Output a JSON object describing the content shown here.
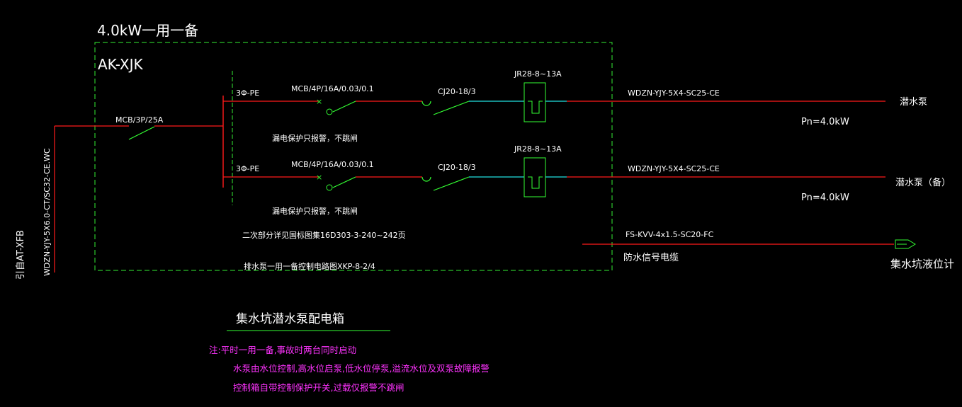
{
  "colors": {
    "background": "#000000",
    "wire": "#ff1a1a",
    "symbol": "#33ff33",
    "text": "#ffffff",
    "cyan": "#22e0e0",
    "box": "#33ee33",
    "note": "#ff33ff"
  },
  "panel": {
    "title": "4.0kW一用一备",
    "code": "AK-XJK",
    "incoming_cable": "WDZN-YJY-5X6.0-CT/SC32-CE.WC",
    "source": "引自AT-XFB",
    "main_breaker": "MCB/3P/25A"
  },
  "circuits": [
    {
      "phase": "3Φ-PE",
      "breaker": "MCB/4P/16A/0.03/0.1",
      "contactor": "CJ20-18/3",
      "relay": "JR28-8~13A",
      "cable": "WDZN-YJY-5X4-SC25-CE",
      "load": "潜水泵",
      "power": "Pn=4.0kW",
      "leak_note": "漏电保护只报警，不跳闸"
    },
    {
      "phase": "3Φ-PE",
      "breaker": "MCB/4P/16A/0.03/0.1",
      "contactor": "CJ20-18/3",
      "relay": "JR28-8~13A",
      "cable": "WDZN-YJY-5X4-SC25-CE",
      "load": "潜水泵（备）",
      "power": "Pn=4.0kW",
      "leak_note": "漏电保护只报警，不跳闸"
    }
  ],
  "notes_inside": {
    "secondary": "二次部分详见国标图集16D303-3-240~242页",
    "control": "排水泵一用一备控制电路图XKP-8-2/4"
  },
  "signal": {
    "cable": "FS-KVV-4x1.5-SC20-FC",
    "label": "防水信号电缆",
    "target": "集水坑液位计"
  },
  "heading": "集水坑潜水泵配电箱",
  "footnotes": [
    "注:平时一用一备,事故时两台同时启动",
    "水泵由水位控制,高水位启泵,低水位停泵,溢流水位及双泵故障报警",
    "控制箱自带控制保护开关,过载仅报警不跳闸"
  ]
}
